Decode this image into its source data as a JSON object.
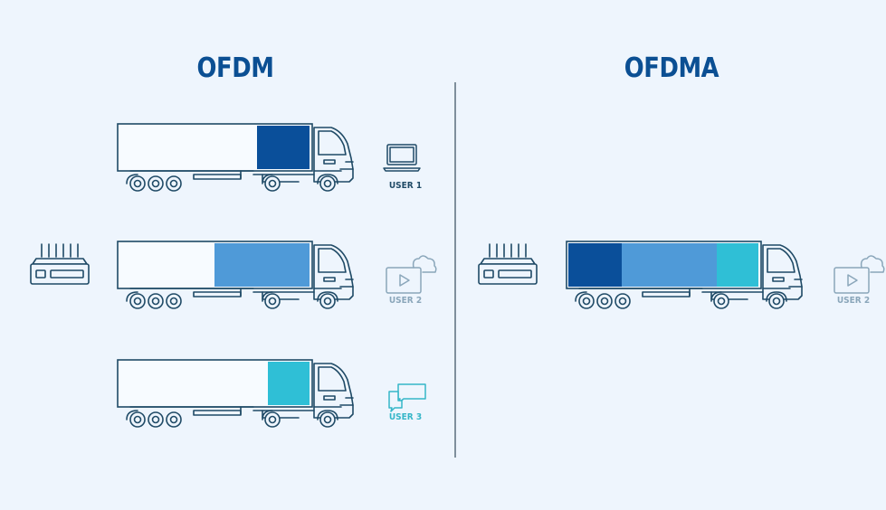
{
  "diagram": {
    "left_title": "OFDM",
    "right_title": "OFDMA",
    "users": {
      "user1": "USER 1",
      "user2": "USER 2",
      "user3": "USER 3"
    },
    "colors": {
      "outline": "#1f4a66",
      "dark_blue": "#0a4f9a",
      "mid_blue": "#4f9ad8",
      "cyan": "#2fbfd6",
      "title": "#0b4f93",
      "user1_label": "#1f4a66",
      "user2_label": "#8aa6ba",
      "user3_label": "#35b6c8"
    },
    "icons": {
      "router": "router-icon",
      "laptop": "laptop-icon",
      "video_cloud": "video-cloud-icon",
      "chat": "chat-bubbles-icon",
      "truck": "truck-icon"
    }
  }
}
